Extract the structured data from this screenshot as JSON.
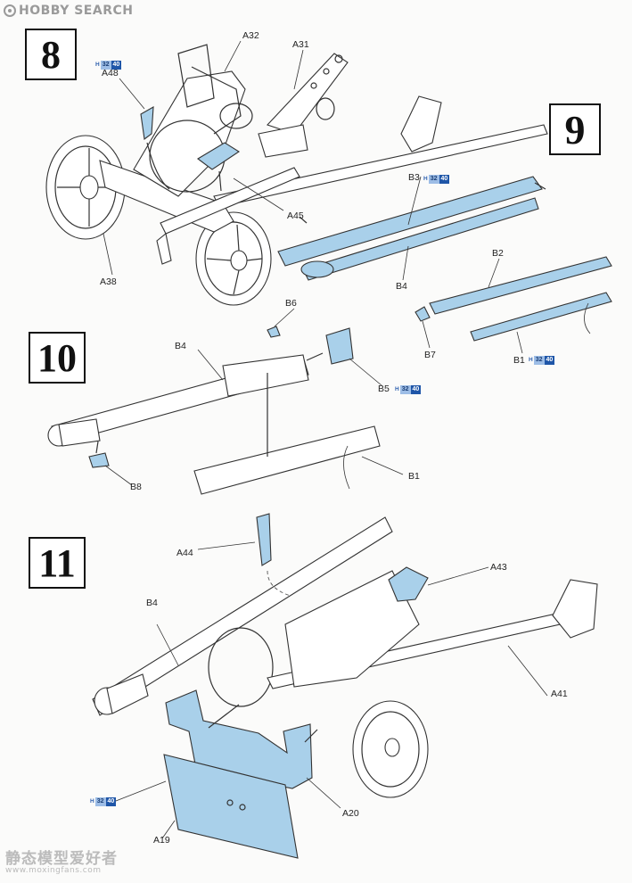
{
  "header": {
    "brand": "HOBBY SEARCH"
  },
  "steps": [
    "8",
    "9",
    "10",
    "11"
  ],
  "paint_ref": {
    "code": "H",
    "n1": "32",
    "n2": "40"
  },
  "labels": {
    "a32": "A32",
    "a31": "A31",
    "a48": "A48",
    "a45": "A45",
    "a38": "A38",
    "b3": "B3",
    "b4_s9": "B4",
    "b2": "B2",
    "b7": "B7",
    "b1_s9": "B1",
    "b6": "B6",
    "b4_s10": "B4",
    "b5": "B5",
    "b8": "B8",
    "b1_s10": "B1",
    "a44": "A44",
    "a43": "A43",
    "b4_s11": "B4",
    "a41": "A41",
    "a20": "A20",
    "a19": "A19"
  },
  "watermark": {
    "text": "静态模型爱好者",
    "url": "www.moxingfans.com"
  },
  "colors": {
    "part_fill": "#a9d0ea",
    "line": "#333333",
    "paint_light": "#9dbde6",
    "paint_dark": "#1f56a8"
  }
}
